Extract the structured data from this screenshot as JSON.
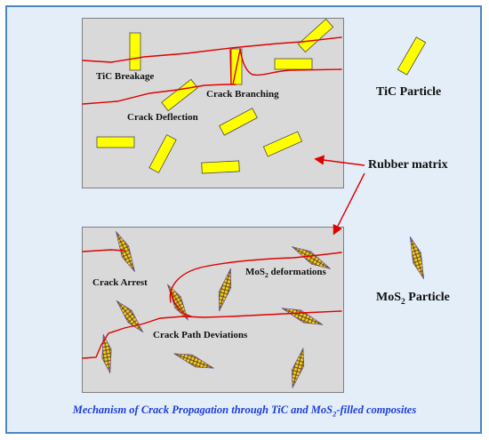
{
  "labels": {
    "tic_breakage": "TiC Breakage",
    "crack_branching": "Crack Branching",
    "crack_deflection": "Crack Deflection",
    "tic_particle": "TiC Particle",
    "rubber_matrix": "Rubber matrix",
    "crack_arrest": "Crack Arrest",
    "mos2_deform_prefix": "MoS",
    "mos2_deform_sub": "2",
    "mos2_deform_suffix": " deformations",
    "crack_path_deviations": "Crack Path Deviations",
    "mos2_particle_prefix": "MoS",
    "mos2_particle_sub": "2",
    "mos2_particle_suffix": " Particle"
  },
  "caption": {
    "prefix": "Mechanism of Crack Propagation through TiC and MoS",
    "sub": "2",
    "suffix": "-filled composites"
  },
  "colors": {
    "background": "#e3eef8",
    "frame": "#4a86c5",
    "matrix": "#d9d9d9",
    "tic_fill": "#ffff00",
    "crack": "#e00000",
    "arrow": "#e00000",
    "caption": "#1f3fd6"
  }
}
